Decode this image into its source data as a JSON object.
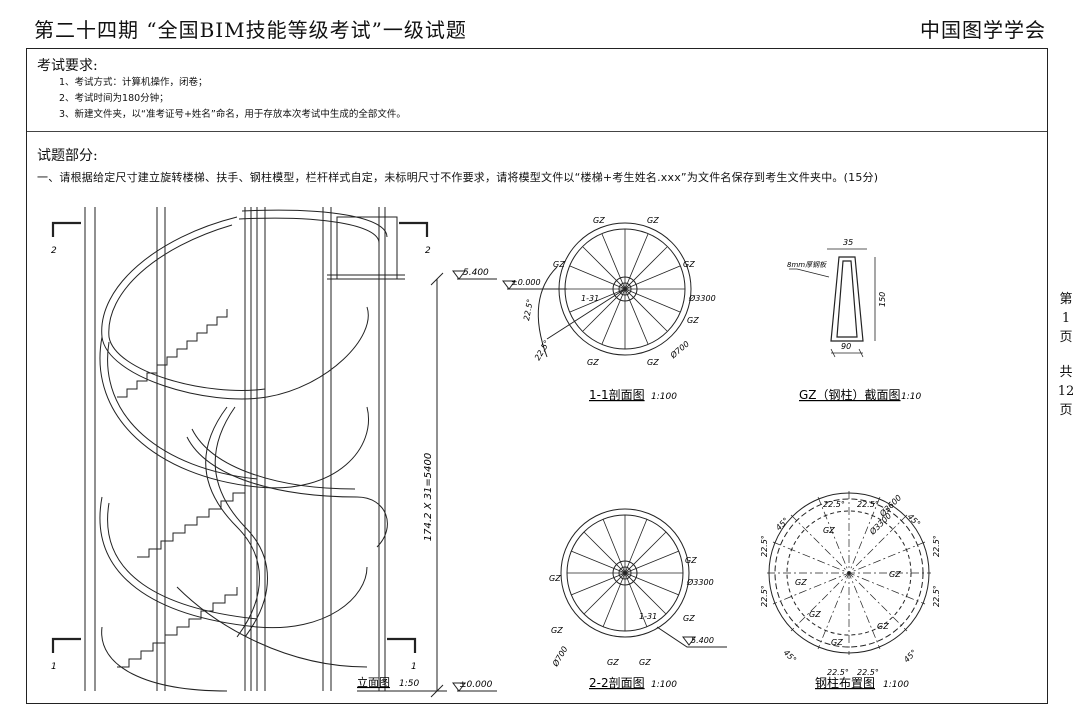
{
  "header": {
    "title": "第二十四期 “全国BIM技能等级考试”一级试题",
    "organization": "中国图学学会"
  },
  "requirements": {
    "heading": "考试要求:",
    "items": [
      "1、考试方式：计算机操作，闭卷；",
      "2、考试时间为180分钟；",
      "3、新建文件夹，以“准考证号+姓名”命名，用于存放本次考试中生成的全部文件。"
    ]
  },
  "questions": {
    "heading": "试题部分:",
    "task": "一、请根据给定尺寸建立旋转楼梯、扶手、钢柱模型，栏杆样式自定，未标明尺寸不作要求，请将模型文件以“楼梯+考生姓名.xxx”为文件名保存到考生文件夹中。(15分)"
  },
  "drawing": {
    "elevation": {
      "title": "立面图",
      "scale": "1:50",
      "height_dim": "174.2 X 31=5400",
      "level_top": "5.400",
      "level_bottom": "±0.000",
      "cut_top_left": "2",
      "cut_top_right": "2",
      "cut_bottom_left": "1",
      "cut_bottom_right": "1"
    },
    "section_1_1": {
      "title": "1-1剖面图",
      "scale": "1:100",
      "diameter_outer": "Ø3300",
      "diameter_inner": "Ø700",
      "level": "±0.000",
      "step_label": "1-31",
      "angle_a": "22.5°",
      "angle_b": "22.5°",
      "gz": "GZ"
    },
    "gz_section": {
      "title": "GZ（钢柱）截面图",
      "scale": "1:10",
      "thickness": "8mm厚钢板",
      "top_width": "35",
      "height": "150",
      "bottom_width": "90"
    },
    "section_2_2": {
      "title": "2-2剖面图",
      "scale": "1:100",
      "diameter_outer": "Ø3300",
      "diameter_inner": "Ø700",
      "level": "5.400",
      "step_label": "1-31",
      "gz": "GZ"
    },
    "column_layout": {
      "title": "钢柱布置图",
      "scale": "1:100",
      "diameter_outer": "Ø3600",
      "diameter_inner": "Ø3300",
      "angle_small": "22.5°",
      "angle_large": "45°",
      "gz": "GZ"
    }
  },
  "page_info": {
    "label_page": "第",
    "page": "1",
    "label_unit": "页",
    "label_total": "共",
    "total": "12",
    "label_unit2": "页"
  }
}
